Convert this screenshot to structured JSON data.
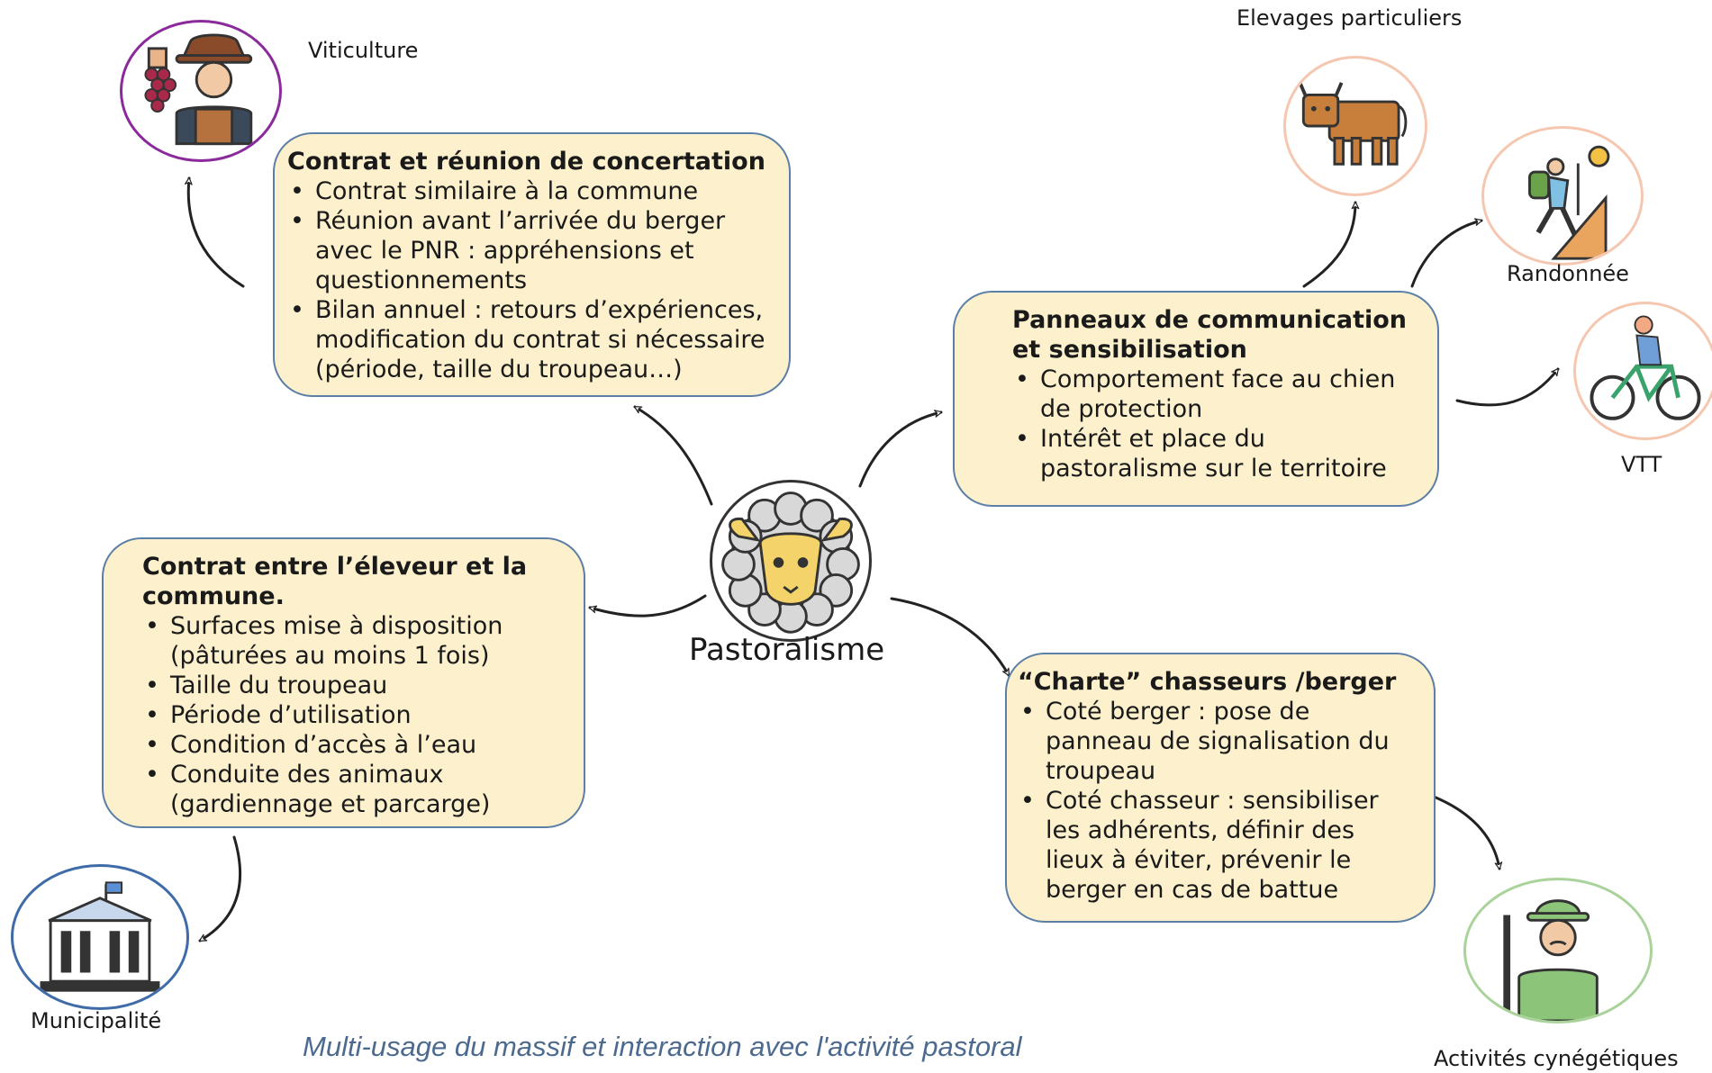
{
  "center": {
    "label": "Pastoralisme"
  },
  "boxes": {
    "concertation": {
      "title": "Contrat et réunion de concertation",
      "items": [
        "Contrat similaire à la commune",
        "Réunion avant l’arrivée du berger avec le PNR : appréhensions et questionnements",
        "Bilan annuel : retours d’expériences, modification du contrat si nécessaire (période, taille du troupeau…)"
      ]
    },
    "communication": {
      "title": "Panneaux de communication et sensibilisation",
      "items": [
        "Comportement face au chien de protection",
        "Intérêt et place du pastoralisme sur le territoire"
      ]
    },
    "contrat_commune": {
      "title": "Contrat entre l’éleveur et la commune.",
      "items": [
        "Surfaces mise à disposition (pâturées au moins 1 fois)",
        "Taille du troupeau",
        "Période d’utilisation",
        "Condition d’accès à l’eau",
        "Conduite des animaux (gardiennage et parcarge)"
      ]
    },
    "charte": {
      "title": "“Charte” chasseurs /berger",
      "items": [
        "Coté berger : pose de panneau de signalisation du troupeau",
        "Coté chasseur : sensibiliser les adhérents, définir des lieux à éviter, prévenir le berger en cas de battue"
      ]
    }
  },
  "actors": {
    "viticulture": {
      "label": "Viticulture",
      "icon": "winegrower-icon",
      "color": "#8b2a9b"
    },
    "elevages": {
      "label": "Elevages particuliers",
      "icon": "cow-icon",
      "color": "#f6c7b0"
    },
    "randonnee": {
      "label": "Randonnée",
      "icon": "hiker-icon",
      "color": "#f6c7b0"
    },
    "vtt": {
      "label": "VTT",
      "icon": "cyclist-icon",
      "color": "#f6c7b0"
    },
    "municipalite": {
      "label": "Municipalité",
      "icon": "town-hall-icon",
      "color": "#3f6ca8"
    },
    "cynegetiques": {
      "label": "Activités cynégétiques",
      "icon": "hunter-icon",
      "color": "#a9d39a"
    }
  },
  "caption": "Multi-usage du massif et interaction avec l'activité pastoral"
}
